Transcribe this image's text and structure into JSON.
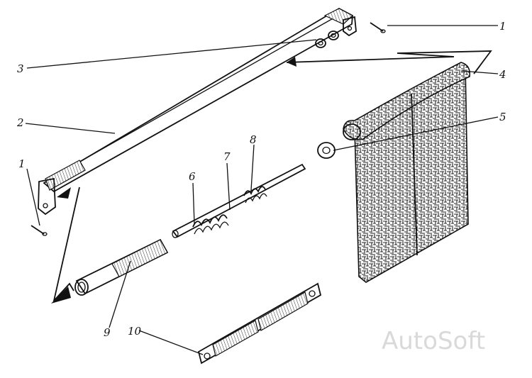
{
  "callouts": [
    {
      "id": "1a",
      "text": "1"
    },
    {
      "id": "1b",
      "text": "1"
    },
    {
      "id": "2",
      "text": "2"
    },
    {
      "id": "3",
      "text": "3"
    },
    {
      "id": "4",
      "text": "4"
    },
    {
      "id": "5",
      "text": "5"
    },
    {
      "id": "6",
      "text": "6"
    },
    {
      "id": "7",
      "text": "7"
    },
    {
      "id": "8",
      "text": "8"
    },
    {
      "id": "9",
      "text": "9"
    },
    {
      "id": "10",
      "text": "10"
    }
  ],
  "watermark": "AutoSoft"
}
